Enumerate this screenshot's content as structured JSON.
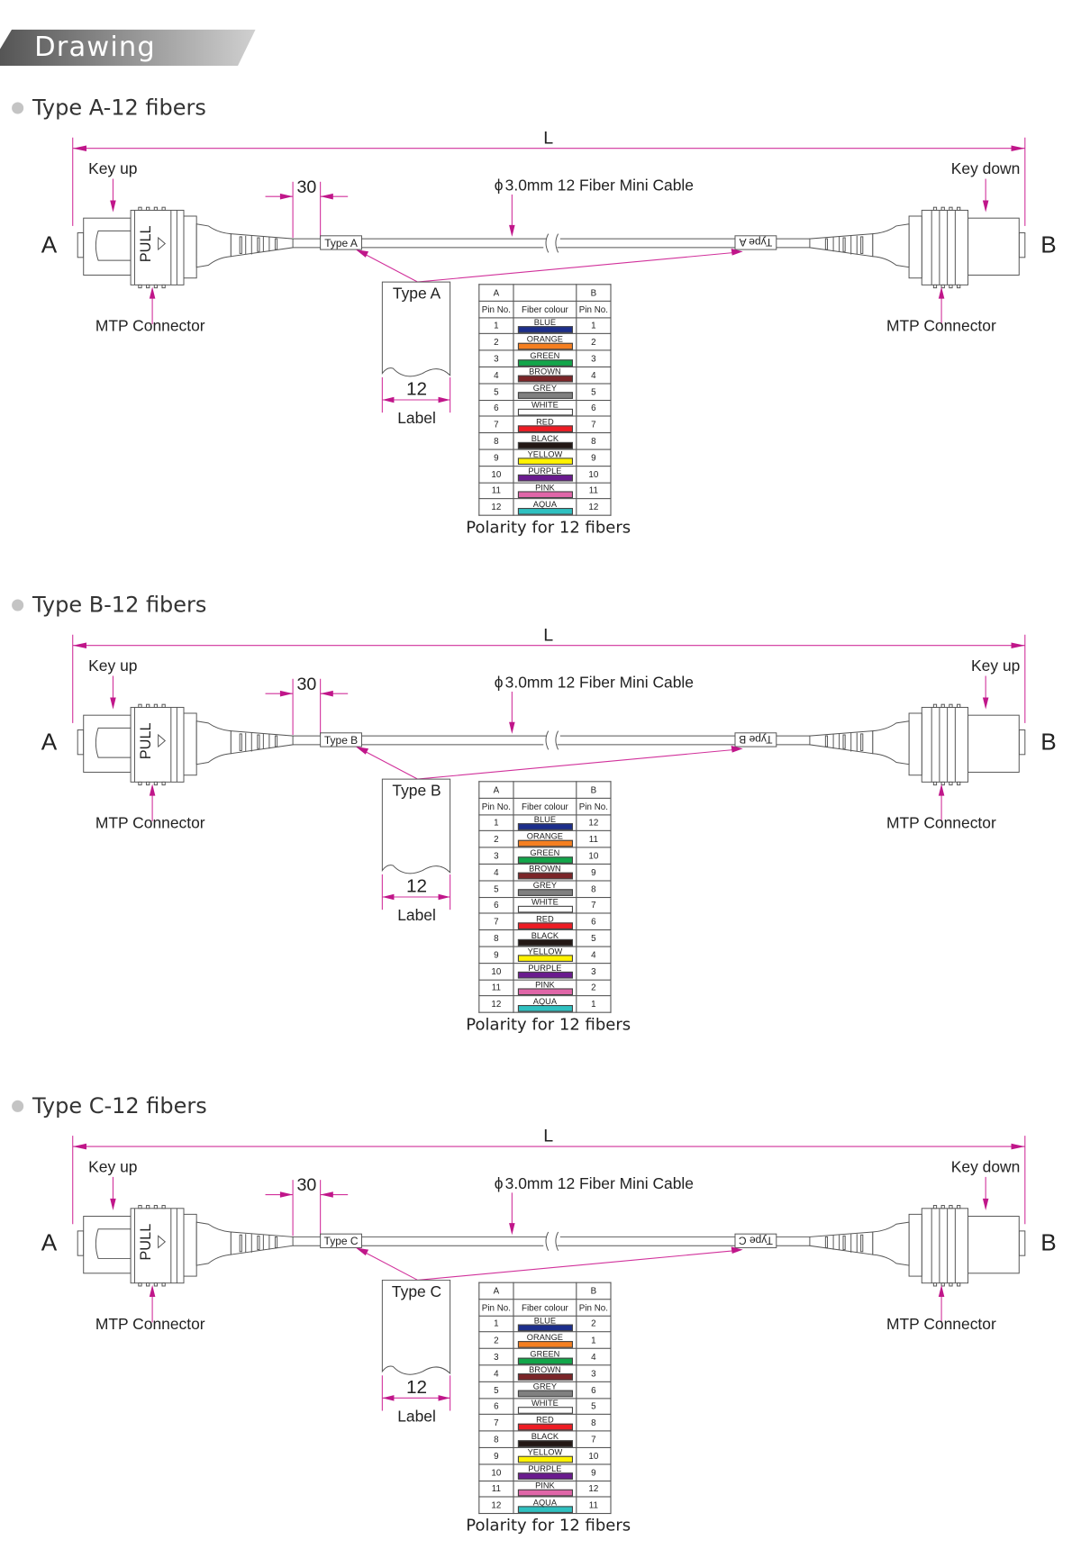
{
  "header": {
    "title": "Drawing"
  },
  "colors": {
    "dimension": "#d1319b",
    "banner_dark": "#555555",
    "banner_light": "#d0d0d0"
  },
  "fibers": [
    {
      "name": "BLUE",
      "color": "#1c2e8c"
    },
    {
      "name": "ORANGE",
      "color": "#f57f20"
    },
    {
      "name": "GREEN",
      "color": "#12a64a"
    },
    {
      "name": "BROWN",
      "color": "#7b2528"
    },
    {
      "name": "GREY",
      "color": "#808080"
    },
    {
      "name": "WHITE",
      "color": "#ffffff"
    },
    {
      "name": "RED",
      "color": "#ed1c24"
    },
    {
      "name": "BLACK",
      "color": "#231815"
    },
    {
      "name": "YELLOW",
      "color": "#fff200"
    },
    {
      "name": "PURPLE",
      "color": "#6a1b8e"
    },
    {
      "name": "PINK",
      "color": "#e066a8"
    },
    {
      "name": "AQUA",
      "color": "#2fc0c0"
    }
  ],
  "sections": [
    {
      "title": "Type A-12 fibers",
      "dimension_L": "L",
      "dimension_30": "30",
      "key_left": "Key up",
      "key_right": "Key down",
      "cable_symbol": "ϕ",
      "cable": "3.0mm 12 Fiber Mini Cable",
      "end_a": "A",
      "end_b": "B",
      "pull": "PULL",
      "cable_label": "Type A",
      "connector_left": "MTP Connector",
      "connector_right": "MTP Connector",
      "flag_label": "Type A",
      "flag_width": "12",
      "flag_caption": "Label",
      "table": {
        "head_a": "A",
        "head_b": "B",
        "col_pin_a": "Pin No.",
        "col_colour": "Fiber colour",
        "col_pin_b": "Pin No.",
        "pins_a": [
          "1",
          "2",
          "3",
          "4",
          "5",
          "6",
          "7",
          "8",
          "9",
          "10",
          "11",
          "12"
        ],
        "pins_b": [
          "1",
          "2",
          "3",
          "4",
          "5",
          "6",
          "7",
          "8",
          "9",
          "10",
          "11",
          "12"
        ]
      },
      "caption": "Polarity for 12 fibers"
    },
    {
      "title": "Type B-12 fibers",
      "dimension_L": "L",
      "dimension_30": "30",
      "key_left": "Key up",
      "key_right": "Key up",
      "cable_symbol": "ϕ",
      "cable": "3.0mm 12 Fiber Mini Cable",
      "end_a": "A",
      "end_b": "B",
      "pull": "PULL",
      "cable_label": "Type B",
      "connector_left": "MTP Connector",
      "connector_right": "MTP Connector",
      "flag_label": "Type B",
      "flag_width": "12",
      "flag_caption": "Label",
      "table": {
        "head_a": "A",
        "head_b": "B",
        "col_pin_a": "Pin No.",
        "col_colour": "Fiber colour",
        "col_pin_b": "Pin No.",
        "pins_a": [
          "1",
          "2",
          "3",
          "4",
          "5",
          "6",
          "7",
          "8",
          "9",
          "10",
          "11",
          "12"
        ],
        "pins_b": [
          "12",
          "11",
          "10",
          "9",
          "8",
          "7",
          "6",
          "5",
          "4",
          "3",
          "2",
          "1"
        ]
      },
      "caption": "Polarity for 12 fibers"
    },
    {
      "title": "Type C-12 fibers",
      "dimension_L": "L",
      "dimension_30": "30",
      "key_left": "Key up",
      "key_right": "Key down",
      "cable_symbol": "ϕ",
      "cable": "3.0mm 12 Fiber Mini Cable",
      "end_a": "A",
      "end_b": "B",
      "pull": "PULL",
      "cable_label": "Type C",
      "connector_left": "MTP Connector",
      "connector_right": "MTP Connector",
      "flag_label": "Type C",
      "flag_width": "12",
      "flag_caption": "Label",
      "table": {
        "head_a": "A",
        "head_b": "B",
        "col_pin_a": "Pin No.",
        "col_colour": "Fiber colour",
        "col_pin_b": "Pin No.",
        "pins_a": [
          "1",
          "2",
          "3",
          "4",
          "5",
          "6",
          "7",
          "8",
          "9",
          "10",
          "11",
          "12"
        ],
        "pins_b": [
          "2",
          "1",
          "4",
          "3",
          "6",
          "5",
          "8",
          "7",
          "10",
          "9",
          "12",
          "11"
        ]
      },
      "caption": "Polarity for 12 fibers"
    }
  ]
}
